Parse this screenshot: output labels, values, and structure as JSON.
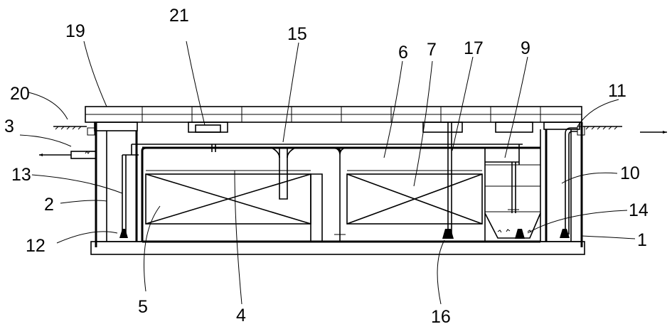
{
  "labels": [
    "1",
    "2",
    "3",
    "4",
    "5",
    "6",
    "7",
    "9",
    "10",
    "11",
    "12",
    "13",
    "14",
    "15",
    "16",
    "17",
    "19",
    "20",
    "21"
  ],
  "colors": {
    "line": "#000000",
    "background": "#ffffff"
  }
}
